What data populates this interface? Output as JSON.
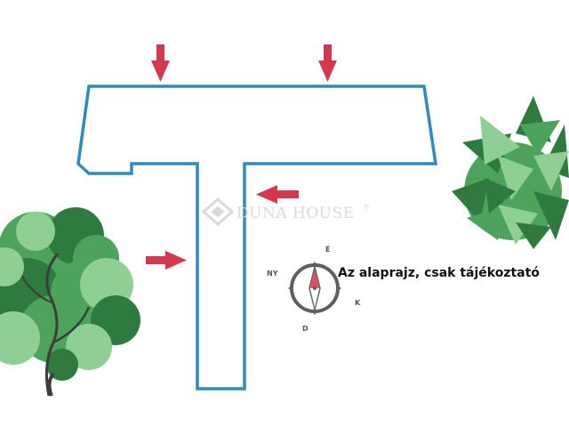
{
  "watermark": {
    "brand": "DUNA HOUSE",
    "registered": "®"
  },
  "compass": {
    "north": "É",
    "east": "K",
    "south": "D",
    "west": "NY"
  },
  "note": "Az alaprajz, csak tájékoztató",
  "colors": {
    "outline": "#2e8bc0",
    "arrow": "#d4384e",
    "watermark": "#d5d5d5",
    "compass_ring": "#5f5f5f",
    "compass_needle_north": "#e04c5b",
    "tree_dark": "#2f7a3e",
    "tree_mid": "#4ea35c",
    "tree_light": "#8fcf93"
  },
  "icons": {
    "entrance_arrows": "arrow-icon",
    "compass": "compass-icon",
    "tree_left": "tree-icon",
    "tree_right": "tree-icon",
    "logo": "duna-house-logo-icon"
  }
}
